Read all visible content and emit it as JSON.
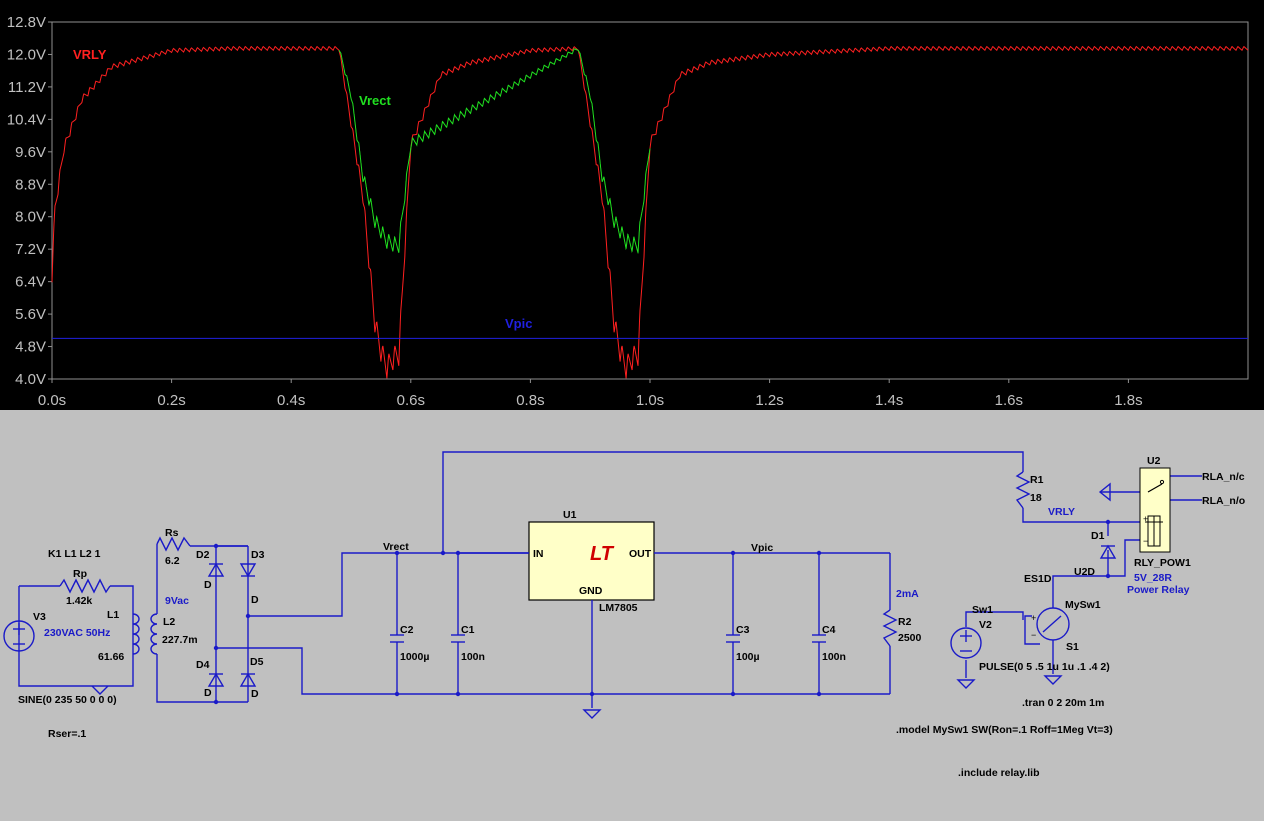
{
  "waveform": {
    "y_ticks": [
      "12.8V",
      "12.0V",
      "11.2V",
      "10.4V",
      "9.6V",
      "8.8V",
      "8.0V",
      "7.2V",
      "6.4V",
      "5.6V",
      "4.8V",
      "4.0V"
    ],
    "x_ticks": [
      "0.0s",
      "0.2s",
      "0.4s",
      "0.6s",
      "0.8s",
      "1.0s",
      "1.2s",
      "1.4s",
      "1.6s",
      "1.8s"
    ],
    "traces": [
      {
        "name": "VRLY",
        "color": "#ff2020"
      },
      {
        "name": "Vrect",
        "color": "#20e020"
      },
      {
        "name": "Vpic",
        "color": "#2020e0"
      }
    ]
  },
  "chart_data": {
    "type": "line",
    "xlabel": "",
    "ylabel": "",
    "xlim": [
      0,
      2.0
    ],
    "ylim": [
      4.0,
      12.8
    ],
    "grid": false,
    "series": [
      {
        "name": "VRLY",
        "x": [
          0.0,
          0.005,
          0.02,
          0.05,
          0.1,
          0.2,
          0.3,
          0.48,
          0.52,
          0.54,
          0.55,
          0.56,
          0.575,
          0.58,
          0.6,
          0.65,
          0.7,
          0.8,
          0.88,
          0.92,
          0.94,
          0.95,
          0.96,
          0.975,
          0.98,
          1.0,
          1.05,
          1.1,
          1.2,
          1.4,
          1.6,
          1.8,
          2.0
        ],
        "y": [
          6.6,
          8.2,
          9.7,
          10.9,
          11.7,
          12.1,
          12.15,
          12.15,
          8.5,
          5.4,
          4.7,
          4.3,
          4.6,
          4.6,
          9.8,
          11.5,
          11.8,
          12.1,
          12.15,
          8.5,
          5.4,
          4.7,
          4.3,
          4.6,
          4.6,
          9.8,
          11.5,
          11.8,
          12.0,
          12.15,
          12.15,
          12.15,
          12.15
        ]
      },
      {
        "name": "Vrect",
        "x": [
          0.48,
          0.5,
          0.52,
          0.54,
          0.56,
          0.575,
          0.58,
          0.6,
          0.88,
          0.9,
          0.92,
          0.94,
          0.96,
          0.975,
          0.98,
          1.0
        ],
        "y": [
          12.15,
          11.0,
          9.0,
          7.9,
          7.4,
          7.3,
          7.3,
          9.8,
          12.15,
          11.0,
          9.0,
          7.9,
          7.4,
          7.3,
          7.3,
          9.8
        ]
      },
      {
        "name": "Vpic",
        "x": [
          0.0,
          2.0
        ],
        "y": [
          5.0,
          5.0
        ]
      }
    ]
  },
  "schematic": {
    "transformer": {
      "directive": "K1 L1 L2 1",
      "rp_name": "Rp",
      "rp_value": "1.42k",
      "l1_name": "L1",
      "l1_value": "61.66",
      "l2_name": "L2",
      "l2_value": "227.7m",
      "sec_note": "9Vac"
    },
    "source": {
      "name": "V3",
      "label": "230VAC 50Hz",
      "func": "SINE(0 235 50 0 0 0)",
      "rser": "Rser=.1"
    },
    "rs": {
      "name": "Rs",
      "value": "6.2"
    },
    "bridge": {
      "d2": "D2",
      "d3": "D3",
      "d4": "D4",
      "d5": "D5",
      "model": "D"
    },
    "nets": {
      "vrect": "Vrect",
      "vpic": "Vpic",
      "vrly": "VRLY"
    },
    "c2": {
      "name": "C2",
      "value": "1000µ"
    },
    "c1": {
      "name": "C1",
      "value": "100n"
    },
    "u1": {
      "name": "U1",
      "in": "IN",
      "out": "OUT",
      "gnd": "GND",
      "part": "LM7805"
    },
    "c3": {
      "name": "C3",
      "value": "100µ"
    },
    "c4": {
      "name": "C4",
      "value": "100n"
    },
    "r2": {
      "name": "R2",
      "value": "2500",
      "current": "2mA"
    },
    "r1": {
      "name": "R1",
      "value": "18"
    },
    "u2": {
      "name": "U2",
      "nc": "RLA_n/c",
      "no": "RLA_n/o",
      "part": "RLY_POW1",
      "spec1": "5V_28R",
      "spec2": "Power Relay"
    },
    "d1": {
      "name": "D1",
      "part": "ES1D",
      "inst": "U2D"
    },
    "switch": {
      "name": "MySw1",
      "ref": "S1",
      "ctrl": "Sw1",
      "vsrc": "V2",
      "pulse": "PULSE(0 5 .5 1u 1u .1 .4 2)"
    },
    "directives": {
      "tran": ".tran 0 2 20m 1m",
      "model": ".model MySw1  SW(Ron=.1 Roff=1Meg Vt=3)",
      "include": ".include relay.lib"
    }
  }
}
